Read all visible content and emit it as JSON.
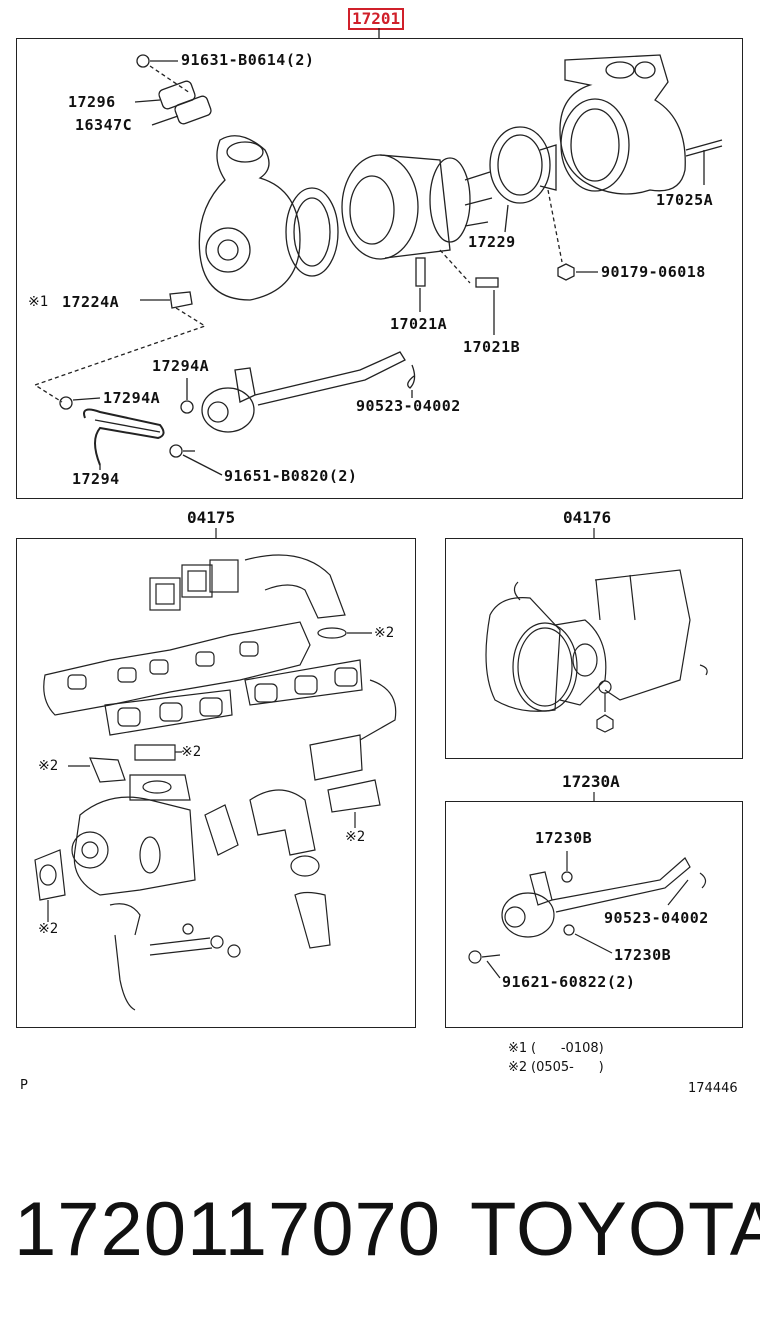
{
  "main_assembly": {
    "part_number": "17201",
    "callouts": {
      "c91631": "91631-B0614(2)",
      "c17296": "17296",
      "c16347C": "16347C",
      "c17025A": "17025A",
      "c17229": "17229",
      "c90179": "90179-06018",
      "c17224A_mark": "※1",
      "c17224A": "17224A",
      "c17021A": "17021A",
      "c17021B": "17021B",
      "c17294A_top": "17294A",
      "c17294A": "17294A",
      "c90523": "90523-04002",
      "c17294": "17294",
      "c91651": "91651-B0820(2)"
    }
  },
  "kit_04175": {
    "title": "04175",
    "marks": [
      "※2",
      "※2",
      "※2",
      "※2",
      "※2"
    ]
  },
  "kit_04176": {
    "title": "04176"
  },
  "actuator_17230A": {
    "title": "17230A",
    "callouts": {
      "c17230B_top": "17230B",
      "c90523": "90523-04002",
      "c17230B": "17230B",
      "c91621": "91621-60822(2)"
    }
  },
  "notes": {
    "note1_mark": "※1",
    "note1": "(      -0108)",
    "note2_mark": "※2",
    "note2": "(0505-      )"
  },
  "corner_left": "P",
  "corner_right": "174446",
  "footer": {
    "part_number": "1720117070",
    "brand": "TOYOTA"
  }
}
